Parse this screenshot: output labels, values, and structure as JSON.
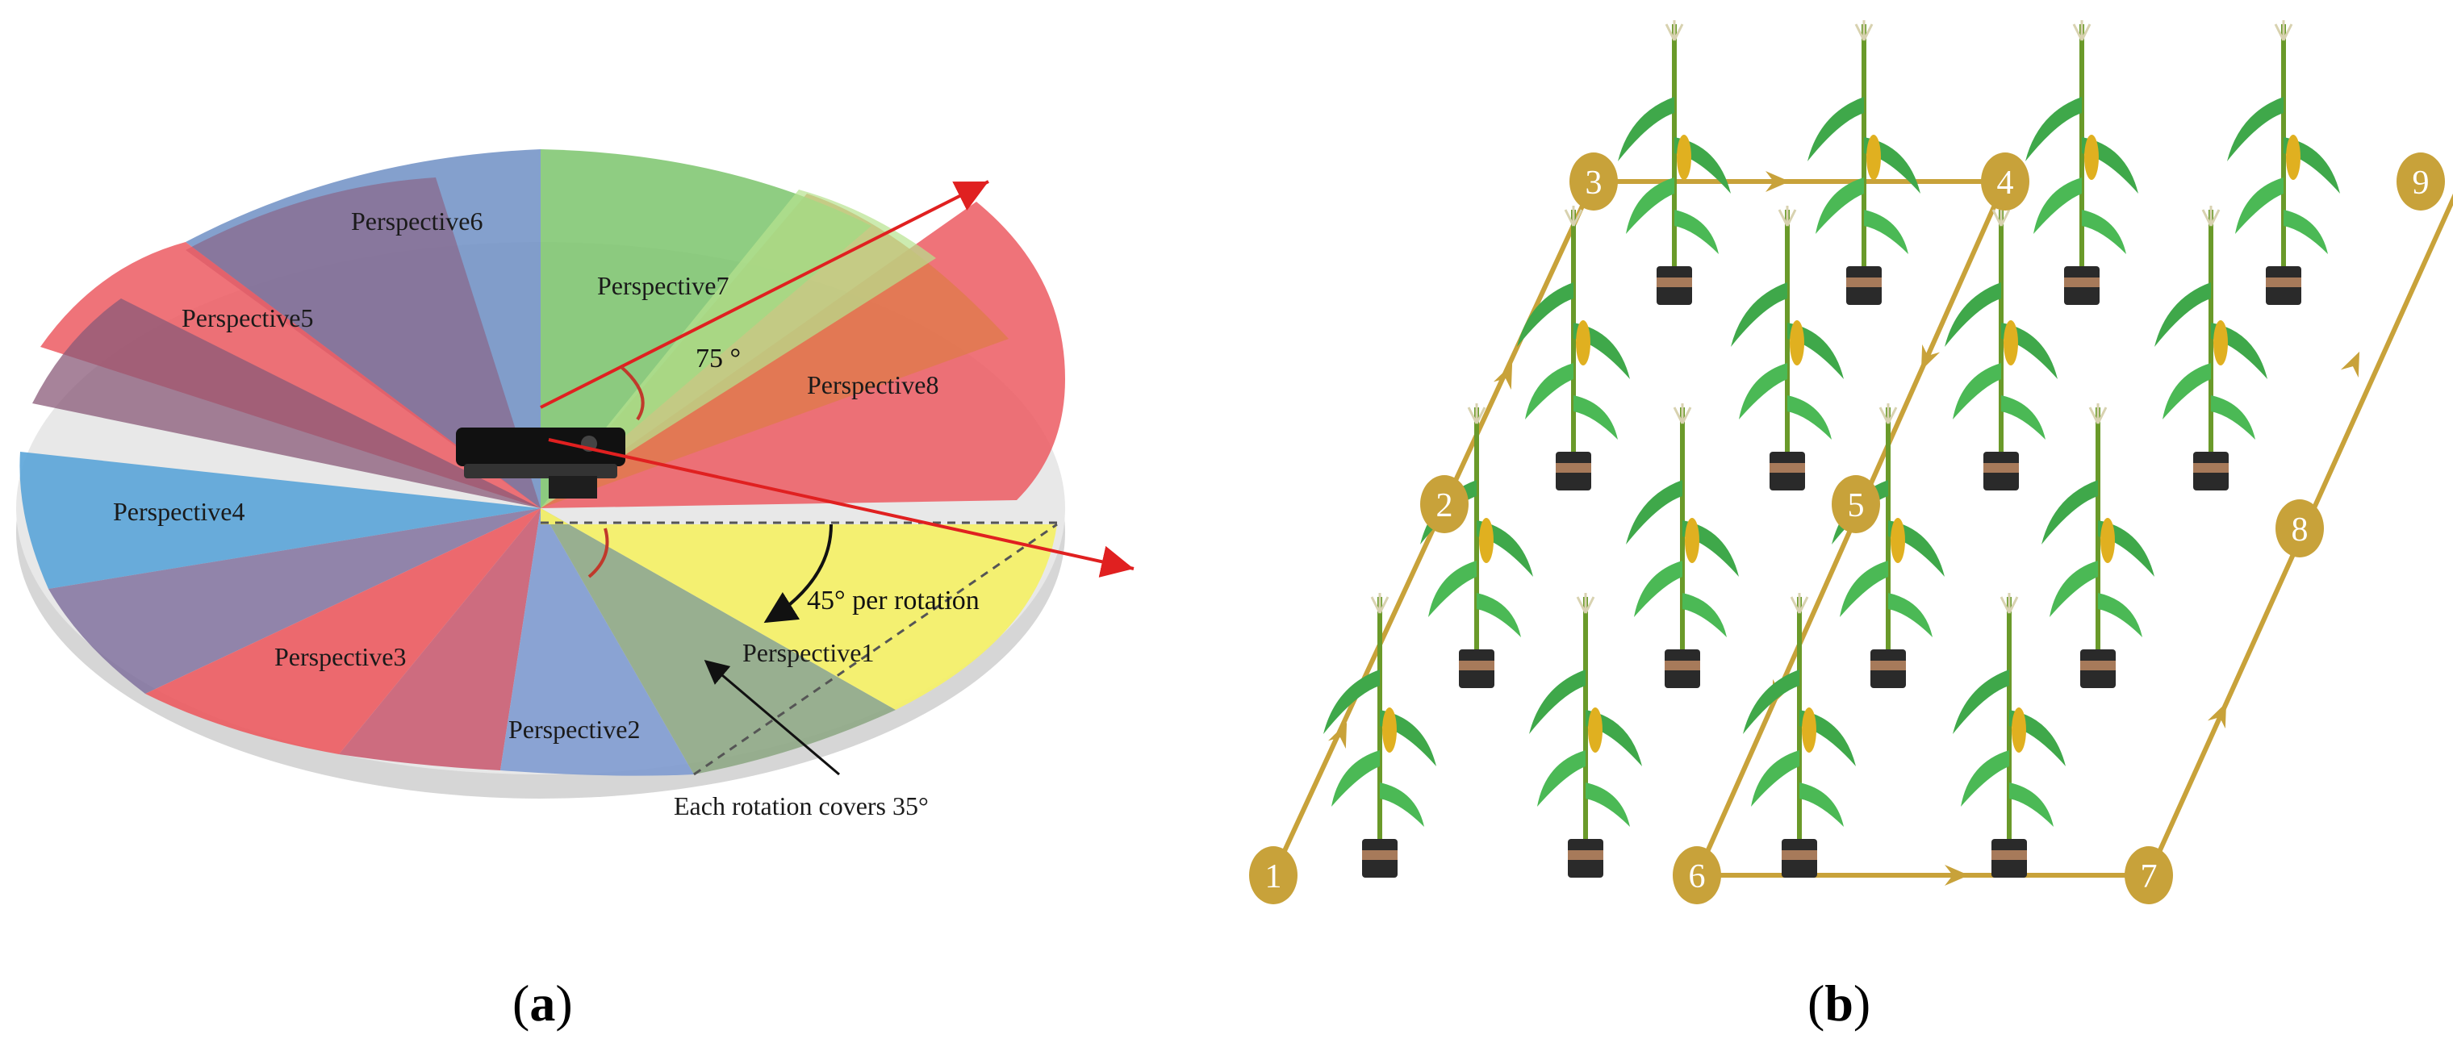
{
  "panel_a": {
    "caption_letter": "a",
    "perspectives": [
      "Perspective1",
      "Perspective2",
      "Perspective3",
      "Perspective4",
      "Perspective5",
      "Perspective6",
      "Perspective7",
      "Perspective8"
    ],
    "angle_75": "75 °",
    "angle_45": "45°  per rotation",
    "coverage_note": "Each rotation covers 35°",
    "colors": {
      "red": "#ec5b61",
      "blue": "#6f96cc",
      "green": "#7bc46c",
      "yellow": "#f4f06a",
      "purple": "#8a6a8c",
      "gray": "#cfcfcf",
      "arrow": "#e02020"
    }
  },
  "panel_b": {
    "caption_letter": "b",
    "waypoints": [
      "1",
      "2",
      "3",
      "4",
      "5",
      "6",
      "7",
      "8",
      "9"
    ],
    "path_color": "#c8a23a"
  }
}
